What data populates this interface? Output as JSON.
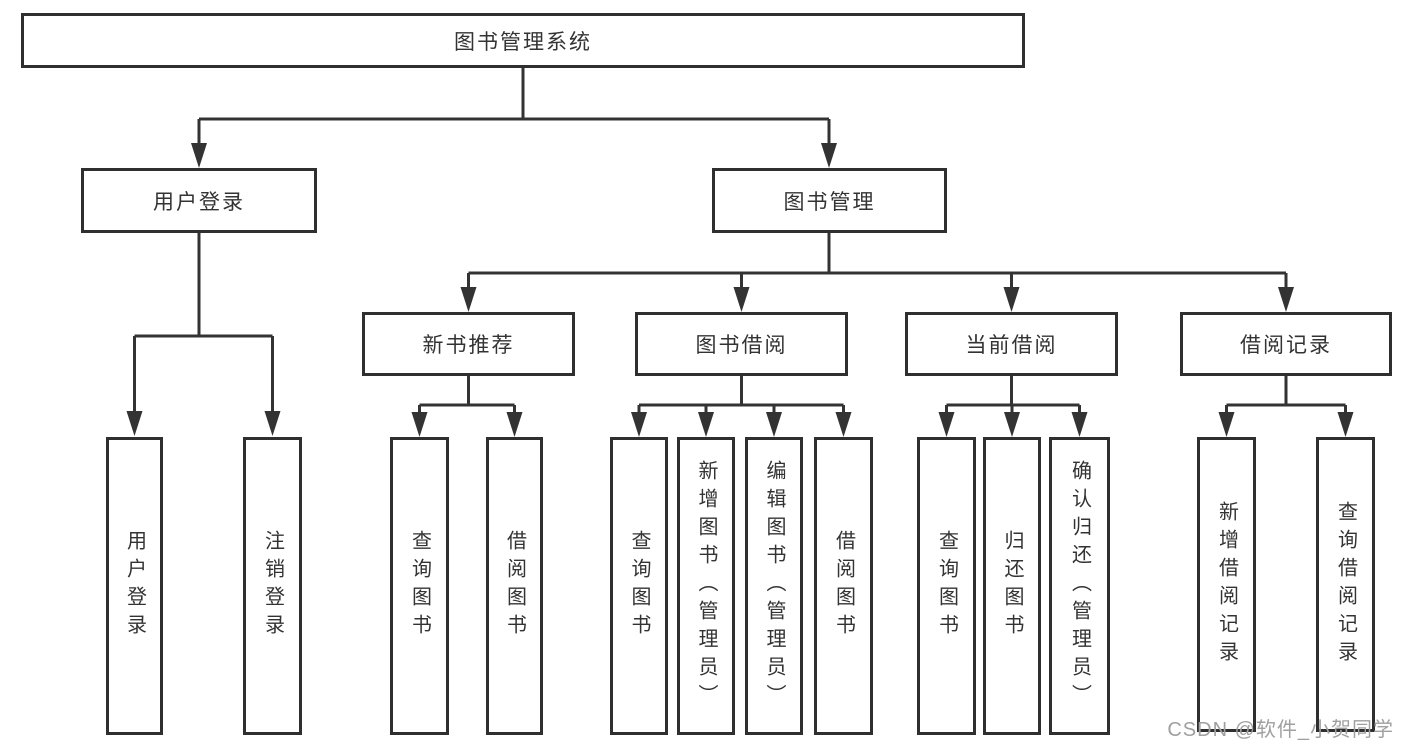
{
  "diagram": {
    "root": {
      "label": "图书管理系统"
    },
    "branches": [
      {
        "label": "用户登录",
        "children": [
          {
            "label": "用户登录"
          },
          {
            "label": "注销登录"
          }
        ]
      },
      {
        "label": "图书管理",
        "children": [
          {
            "label": "新书推荐",
            "children": [
              {
                "label": "查询图书"
              },
              {
                "label": "借阅图书"
              }
            ]
          },
          {
            "label": "图书借阅",
            "children": [
              {
                "label": "查询图书"
              },
              {
                "label": "新增图书（管理员）"
              },
              {
                "label": "编辑图书（管理员）"
              },
              {
                "label": "借阅图书"
              }
            ]
          },
          {
            "label": "当前借阅",
            "children": [
              {
                "label": "查询图书"
              },
              {
                "label": "归还图书"
              },
              {
                "label": "确认归还（管理员）"
              }
            ]
          },
          {
            "label": "借阅记录",
            "children": [
              {
                "label": "新增借阅记录"
              },
              {
                "label": "查询借阅记录"
              }
            ]
          }
        ]
      }
    ],
    "colors": {
      "line": "#333333",
      "box_border": "#2f2f2f",
      "text": "#333333",
      "background": "#ffffff"
    }
  },
  "watermark": {
    "text": "CSDN @软件_小贺同学",
    "color": "#a0a0a0"
  }
}
